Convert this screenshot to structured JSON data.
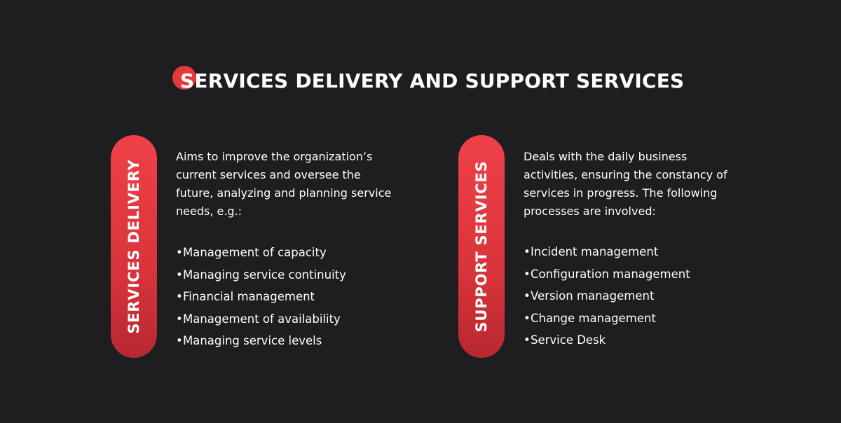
{
  "title": "SERVICES DELIVERY AND SUPPORT SERVICES",
  "accent_color": "#e6383f",
  "background_color": "#1e1d1f",
  "left": {
    "label": "SERVICES DELIVERY",
    "description": "Aims to improve the organization’s current services and oversee the future, analyzing and planning service needs, e.g.:",
    "items": [
      "Management of capacity",
      "Managing service continuity",
      "Financial management",
      "Management of availability",
      "Managing service levels"
    ]
  },
  "right": {
    "label": "SUPPORT SERVICES",
    "description": "Deals with the daily business activities, ensuring the constancy of services in progress. The following processes are involved:",
    "items": [
      "Incident management",
      "Configuration management",
      "Version management",
      "Change management",
      "Service Desk"
    ]
  }
}
